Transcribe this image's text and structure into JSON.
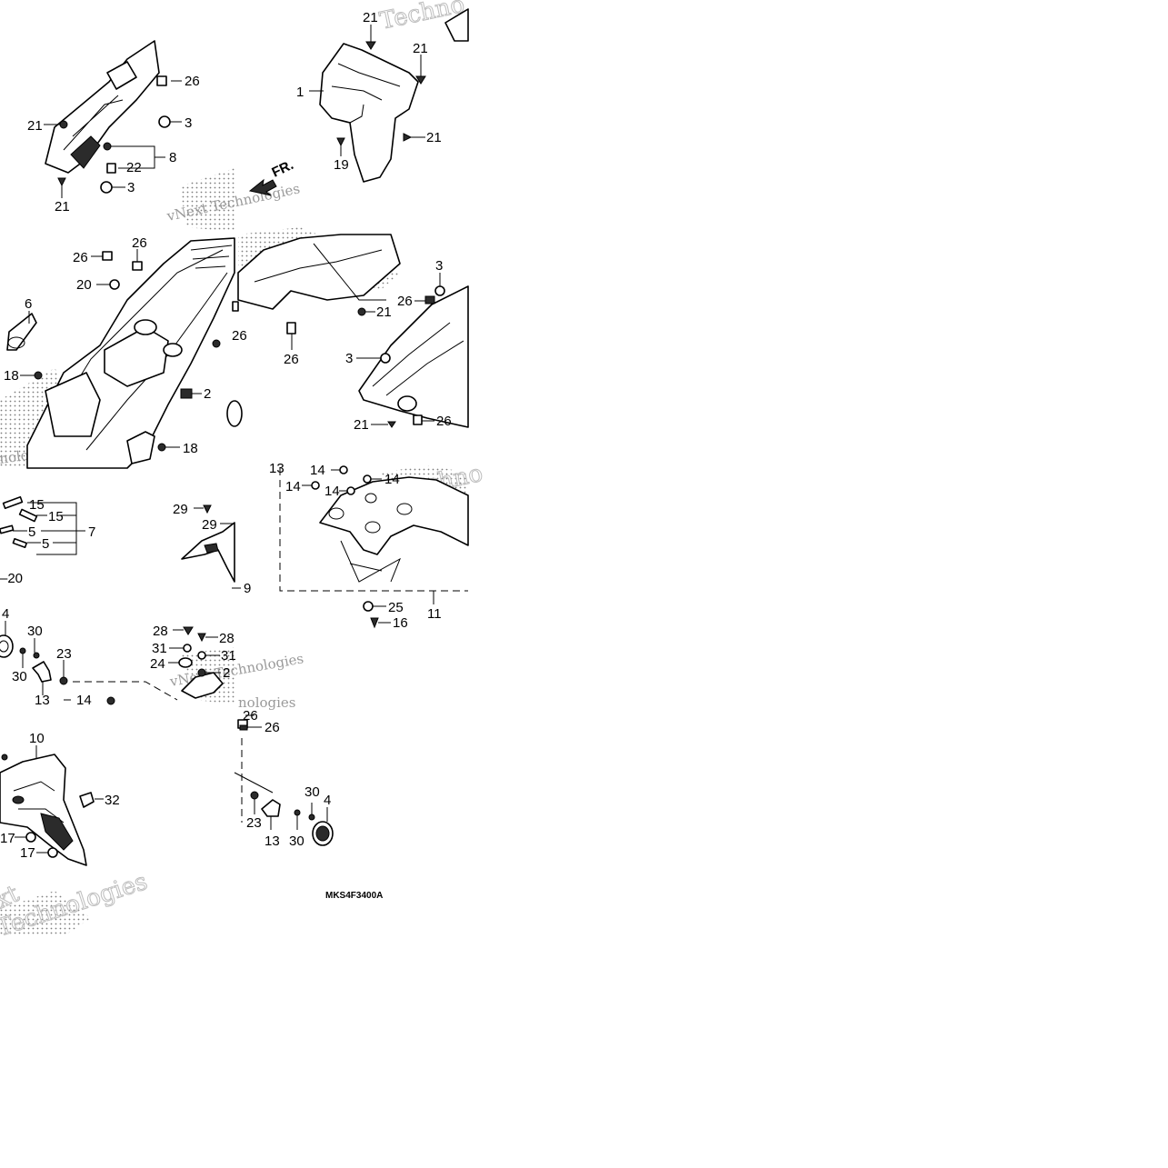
{
  "diagram": {
    "code": "MKS4F3400A",
    "direction_arrow": "FR.",
    "watermarks": [
      "vNext Technologies",
      "Techno",
      "nologies",
      "Technologies",
      "xt"
    ],
    "colors": {
      "line": "#000000",
      "background": "#ffffff",
      "watermark": "#9a9a9a"
    },
    "icons": [
      "fastener-icon",
      "clip-icon",
      "grommet-icon",
      "front-arrow-icon"
    ],
    "callouts": {
      "c_21a": "21",
      "c_21b": "21",
      "c_1": "1",
      "c_21c": "21",
      "c_19": "19",
      "c_26a": "26",
      "c_3a": "3",
      "c_21d": "21",
      "c_8": "8",
      "c_22": "22",
      "c_3b": "3",
      "c_21e": "21",
      "c_26b": "26",
      "c_26c": "26",
      "c_20a": "20",
      "c_6": "6",
      "c_26d": "26",
      "c_18a": "18",
      "c_2": "2",
      "c_18b": "18",
      "c_21f": "21",
      "c_26e": "26",
      "c_3c": "3",
      "c_26f": "26",
      "c_3d": "3",
      "c_21g": "21",
      "c_26g": "26",
      "c_15a": "15",
      "c_15b": "15",
      "c_5a": "5",
      "c_7": "7",
      "c_5b": "5",
      "c_20b": "–20",
      "c_29a": "29",
      "c_29b": "29",
      "c_9": "9",
      "c_13a": "13",
      "c_14a": "14",
      "c_14b": "14",
      "c_14c": "14",
      "c_14d": "14",
      "c_25": "25",
      "c_11": "11",
      "c_16": "16",
      "c_4a": "4",
      "c_30a": "30",
      "c_30b": "30",
      "c_23a": "23",
      "c_13b": "13",
      "c_14e": "14",
      "c_28a": "28",
      "c_28b": "28",
      "c_31a": "31",
      "c_31b": "31",
      "c_24": "24",
      "c_2b": "2",
      "c_10": "10",
      "c_32": "32",
      "c_17a": "17",
      "c_17b": "17",
      "c_26h": "26",
      "c_26i": "26",
      "c_23b": "23",
      "c_13c": "13",
      "c_30c": "30",
      "c_30d": "30",
      "c_4b": "4"
    }
  }
}
